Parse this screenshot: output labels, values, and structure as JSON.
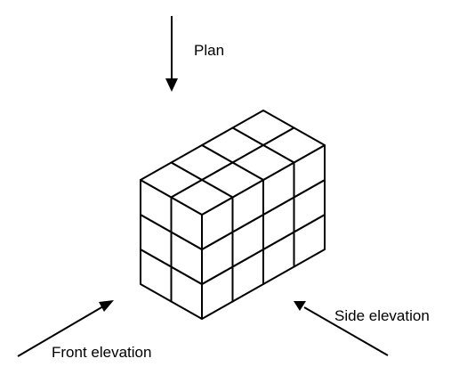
{
  "labels": {
    "plan": "Plan",
    "front_elevation": "Front elevation",
    "side_elevation": "Side elevation"
  },
  "cube_stack": {
    "front_to_back_count": 2,
    "left_to_right_count": 4,
    "layers": 3
  },
  "colors": {
    "line": "#000000",
    "background": "#ffffff"
  }
}
